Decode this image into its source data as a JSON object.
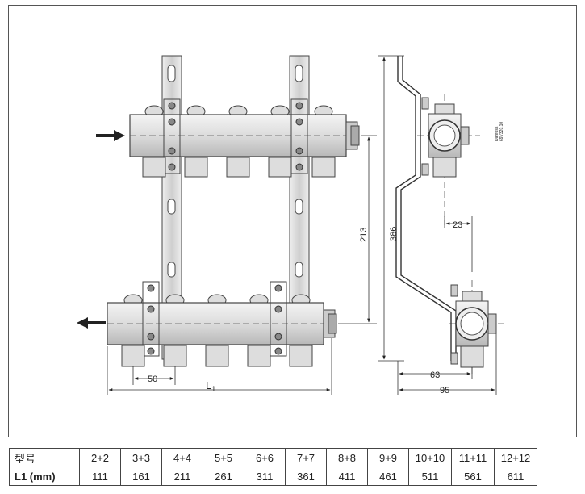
{
  "drawing": {
    "labels": {
      "dim_50": "50",
      "dim_l": "L",
      "dim_l_sub": "1",
      "dim_213": "213",
      "dim_386": "386",
      "dim_23": "23",
      "dim_63": "63",
      "dim_95": "95",
      "vendor_line1": "Danfoss",
      "vendor_line2": "69V320.10"
    }
  },
  "table": {
    "model_header": "型号",
    "l1_header": "L1 (mm)",
    "models": [
      "2+2",
      "3+3",
      "4+4",
      "5+5",
      "6+6",
      "7+7",
      "8+8",
      "9+9",
      "10+10",
      "11+11",
      "12+12"
    ],
    "l1_values": [
      "111",
      "161",
      "211",
      "261",
      "311",
      "361",
      "411",
      "461",
      "511",
      "561",
      "611"
    ]
  }
}
